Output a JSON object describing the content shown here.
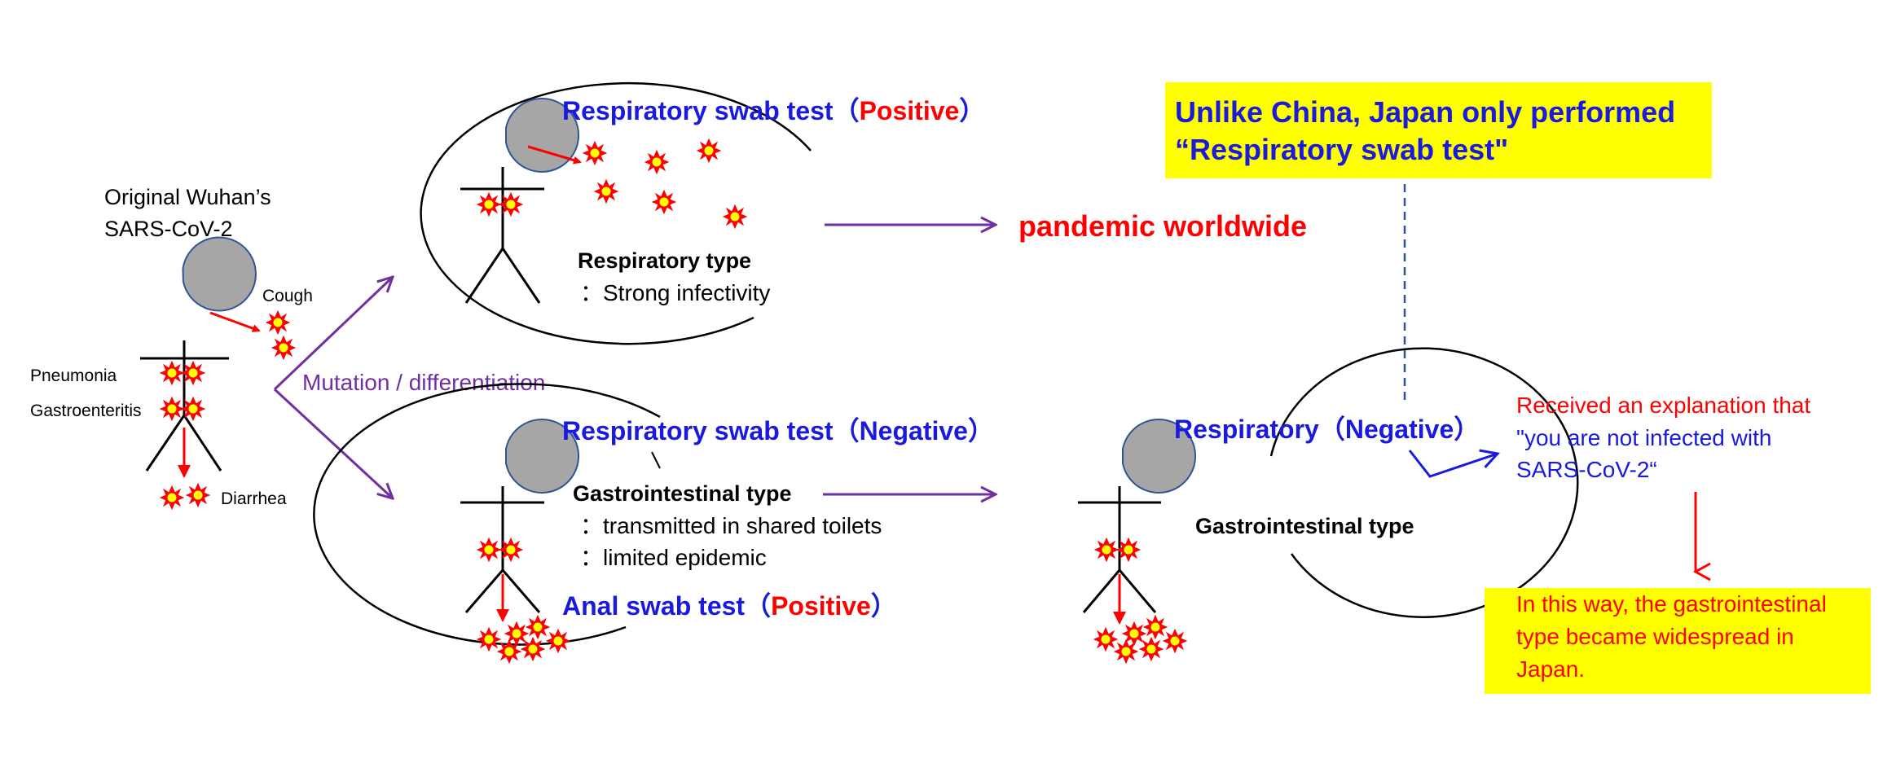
{
  "colors": {
    "blue": "#1a1adf",
    "red": "#ff0000",
    "purple": "#7030a0",
    "yellow": "#ffff00",
    "head_gray": "#a6a6a6",
    "head_outline": "#2f5597",
    "virus_outer": "#ff0000",
    "virus_inner": "#ffff00"
  },
  "source": {
    "title_line1": "Original Wuhan’s",
    "title_line2": "SARS-CoV-2",
    "cough": "Cough",
    "pneumonia": "Pneumonia",
    "gastroenteritis": "Gastroenteritis",
    "diarrhea": "Diarrhea"
  },
  "mutation_label": "Mutation / differentiation",
  "top_group": {
    "test_label": "Respiratory swab test",
    "result_open": "（",
    "result_word": "Positive",
    "result_close": "）",
    "type_label": "Respiratory type",
    "type_desc": "：Strong infectivity",
    "outcome": "pandemic worldwide"
  },
  "bottom_group": {
    "test_label": "Respiratory swab test（Negative）",
    "type_label": "Gastrointestinal type",
    "desc1": "：transmitted in shared toilets",
    "desc2": "：limited epidemic",
    "anal_label": "Anal swab test",
    "anal_open": "（",
    "anal_word": "Positive",
    "anal_close": "）"
  },
  "japan_group": {
    "test_label": "Respiratory（Negative）",
    "type_label": "Gastrointestinal type"
  },
  "note_box": {
    "line1": "Unlike China, Japan only performed",
    "line2": "“Respiratory swab test\""
  },
  "explanation": {
    "line1": "Received an explanation that",
    "line2": "\"you are not infected with",
    "line3": "SARS-CoV-2“"
  },
  "conclusion": {
    "line1": "In this way, the gastrointestinal",
    "line2": "type became widespread in",
    "line3": "Japan."
  },
  "icons": [
    "head-icon",
    "virus-icon",
    "arrow-icon"
  ]
}
